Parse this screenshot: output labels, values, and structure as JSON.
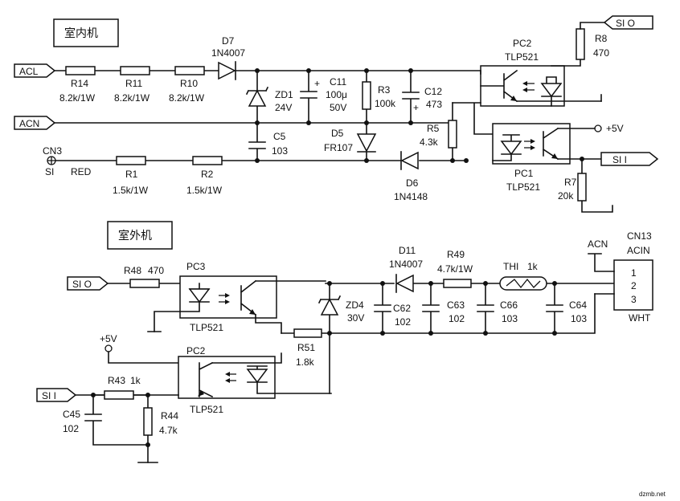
{
  "indoor": {
    "title": "室内机",
    "acl": "ACL",
    "acn": "ACN",
    "cn3": "CN3",
    "si": "SI",
    "red": "RED",
    "r14": {
      "name": "R14",
      "value": "8.2k/1W"
    },
    "r11": {
      "name": "R11",
      "value": "8.2k/1W"
    },
    "r10": {
      "name": "R10",
      "value": "8.2k/1W"
    },
    "d7": {
      "name": "D7",
      "value": "1N4007"
    },
    "zd1": {
      "name": "ZD1",
      "value": "24V"
    },
    "c11": {
      "name": "C11",
      "value1": "100μ",
      "value2": "50V"
    },
    "r3": {
      "name": "R3",
      "value": "100k"
    },
    "c12": {
      "name": "C12",
      "value": "473"
    },
    "c5": {
      "name": "C5",
      "value": "103"
    },
    "d5": {
      "name": "D5",
      "value": "FR107"
    },
    "r5": {
      "name": "R5",
      "value": "4.3k"
    },
    "d6": {
      "name": "D6",
      "value": "1N4148"
    },
    "r1": {
      "name": "R1",
      "value": "1.5k/1W"
    },
    "r2": {
      "name": "R2",
      "value": "1.5k/1W"
    },
    "pc2": {
      "name": "PC2",
      "value": "TLP521"
    },
    "pc1": {
      "name": "PC1",
      "value": "TLP521"
    },
    "r8": {
      "name": "R8",
      "value": "470"
    },
    "r7": {
      "name": "R7",
      "value": "20k"
    },
    "so": "SI O",
    "si_out": "SI I",
    "vcc": "+5V"
  },
  "outdoor": {
    "title": "室外机",
    "so": "SI O",
    "si": "SI I",
    "r48": {
      "name": "R48",
      "value": "470"
    },
    "pc3": {
      "name": "PC3",
      "value": "TLP521"
    },
    "pc2": {
      "name": "PC2",
      "value": "TLP521"
    },
    "vcc": "+5V",
    "r43": {
      "name": "R43",
      "value": "1k"
    },
    "c45": {
      "name": "C45",
      "value": "102"
    },
    "r44": {
      "name": "R44",
      "value": "4.7k"
    },
    "r51": {
      "name": "R51",
      "value": "1.8k"
    },
    "zd4": {
      "name": "ZD4",
      "value": "30V"
    },
    "d11": {
      "name": "D11",
      "value": "1N4007"
    },
    "r49": {
      "name": "R49",
      "value": "4.7k/1W"
    },
    "th1": {
      "name": "THI",
      "value": "1k"
    },
    "c62": {
      "name": "C62",
      "value": "102"
    },
    "c63": {
      "name": "C63",
      "value": "102"
    },
    "c66": {
      "name": "C66",
      "value": "103"
    },
    "c64": {
      "name": "C64",
      "value": "103"
    },
    "cn13": {
      "name": "CN13",
      "label": "ACIN",
      "pin1": "1",
      "pin2": "2",
      "pin3": "3",
      "color": "WHT"
    },
    "acn": "ACN"
  },
  "watermark": "dzmb.net"
}
